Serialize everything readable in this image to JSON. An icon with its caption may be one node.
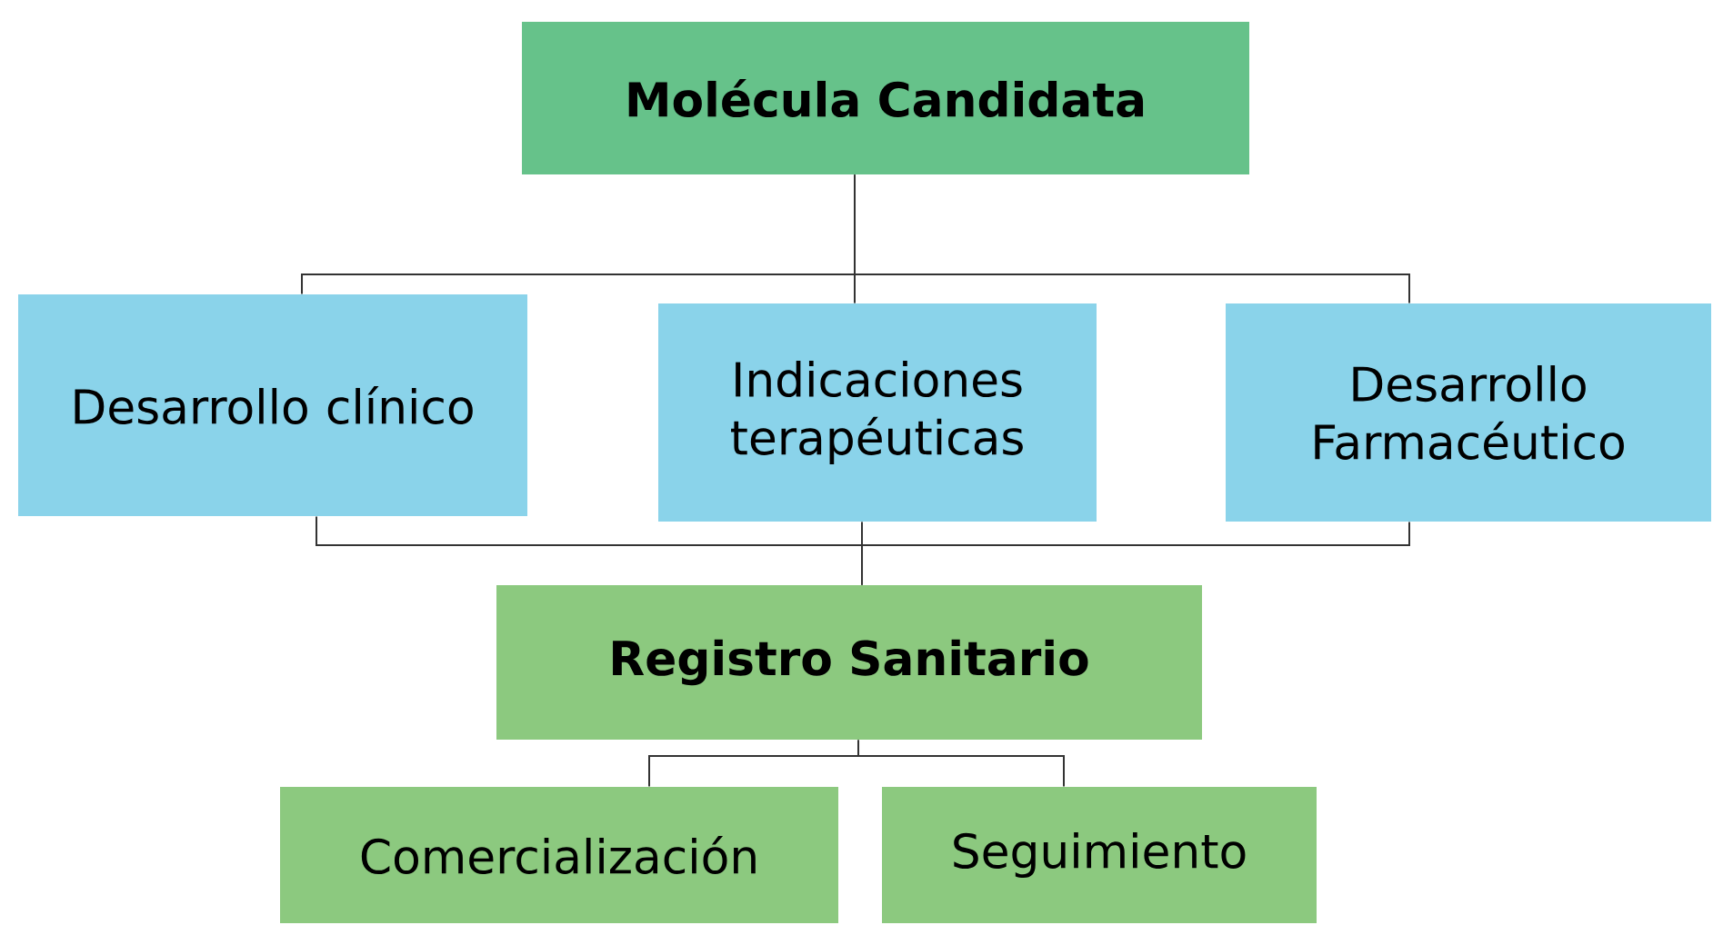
{
  "diagram": {
    "nodes": [
      {
        "text": [
          "Molécula Candidata"
        ]
      },
      {
        "text": [
          "Desarrollo clínico"
        ]
      },
      {
        "text": [
          "Indicaciones terapéuticas"
        ]
      },
      {
        "text": [
          "Desarrollo Farmacéutico"
        ]
      },
      {
        "text": [
          "Registro Sanitario"
        ]
      },
      {
        "text": [
          "Comercialización"
        ]
      },
      {
        "text": [
          "Seguimiento"
        ]
      }
    ],
    "edges": [
      {
        "from": 0,
        "to": 1,
        "arrow": "none"
      },
      {
        "from": 0,
        "to": 2,
        "arrow": "none"
      },
      {
        "from": 0,
        "to": 3,
        "arrow": "none"
      },
      {
        "from": 1,
        "to": 4,
        "arrow": "none"
      },
      {
        "from": 2,
        "to": 4,
        "arrow": "none"
      },
      {
        "from": 3,
        "to": 4,
        "arrow": "none"
      },
      {
        "from": 4,
        "to": 5,
        "arrow": "none"
      },
      {
        "from": 4,
        "to": 6,
        "arrow": "none"
      }
    ]
  }
}
